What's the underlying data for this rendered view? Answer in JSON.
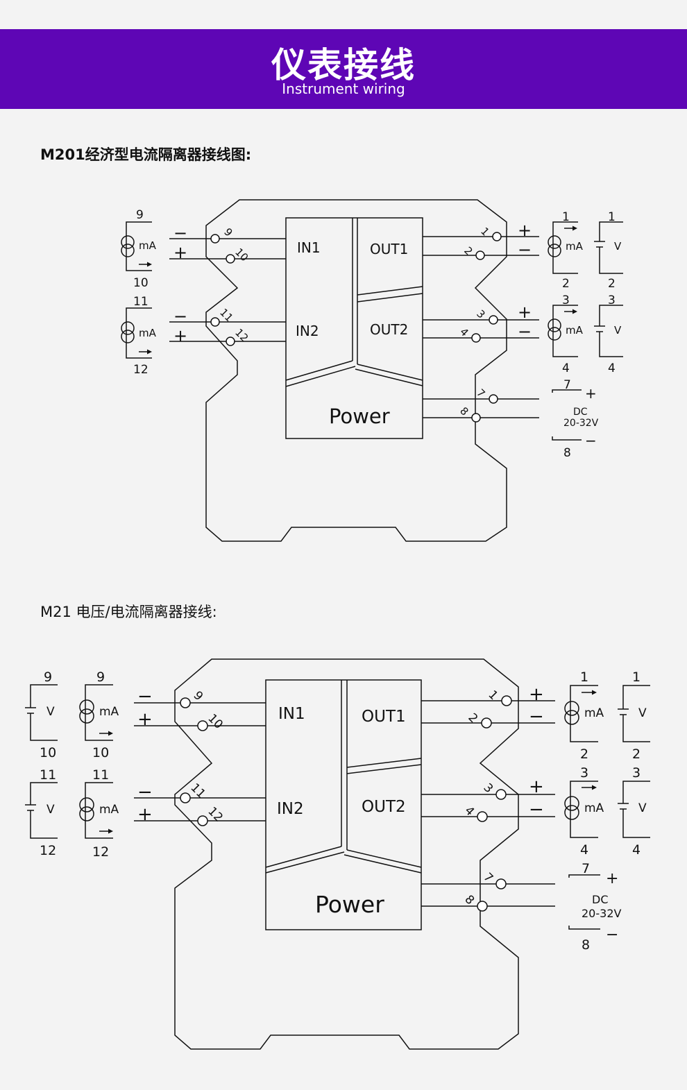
{
  "header": {
    "title": "仪表接线",
    "subtitle": "Instrument wiring"
  },
  "diagrams": [
    {
      "title": "M201经济型电流隔离器接线图:"
    },
    {
      "title": "M21 电压/电流隔离器接线:"
    }
  ],
  "labels": {
    "in1": "IN1",
    "in2": "IN2",
    "out1": "OUT1",
    "out2": "OUT2",
    "power": "Power",
    "ma": "mA",
    "v": "V",
    "dc": "DC",
    "dc_range": "20-32V",
    "plus": "+",
    "minus": "−",
    "t1": "1",
    "t2": "2",
    "t3": "3",
    "t4": "4",
    "t7": "7",
    "t8": "8",
    "t9": "9",
    "t10": "10",
    "t11": "11",
    "t12": "12"
  }
}
